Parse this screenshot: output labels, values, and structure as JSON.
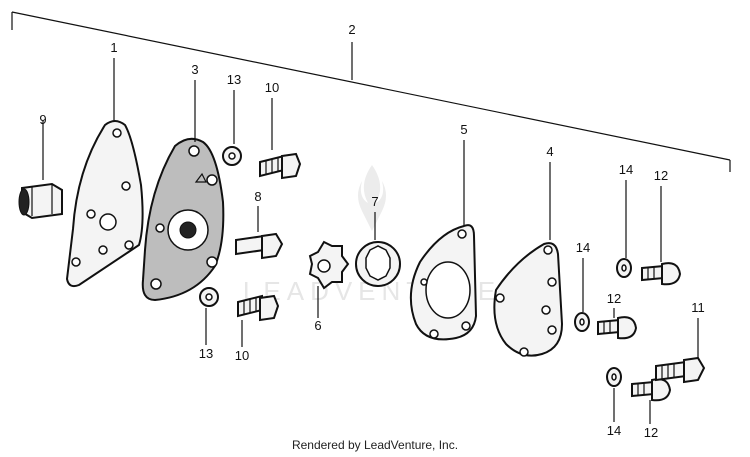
{
  "diagram": {
    "callouts": {
      "c1": "1",
      "c2": "2",
      "c3": "3",
      "c4": "4",
      "c5": "5",
      "c6": "6",
      "c7": "7",
      "c8": "8",
      "c9": "9",
      "c10a": "10",
      "c10b": "10",
      "c11": "11",
      "c12a": "12",
      "c12b": "12",
      "c12c": "12",
      "c13a": "13",
      "c13b": "13",
      "c14a": "14",
      "c14b": "14",
      "c14c": "14"
    },
    "watermark": "LEADVENTURE",
    "footer": "Rendered by LeadVenture, Inc."
  }
}
